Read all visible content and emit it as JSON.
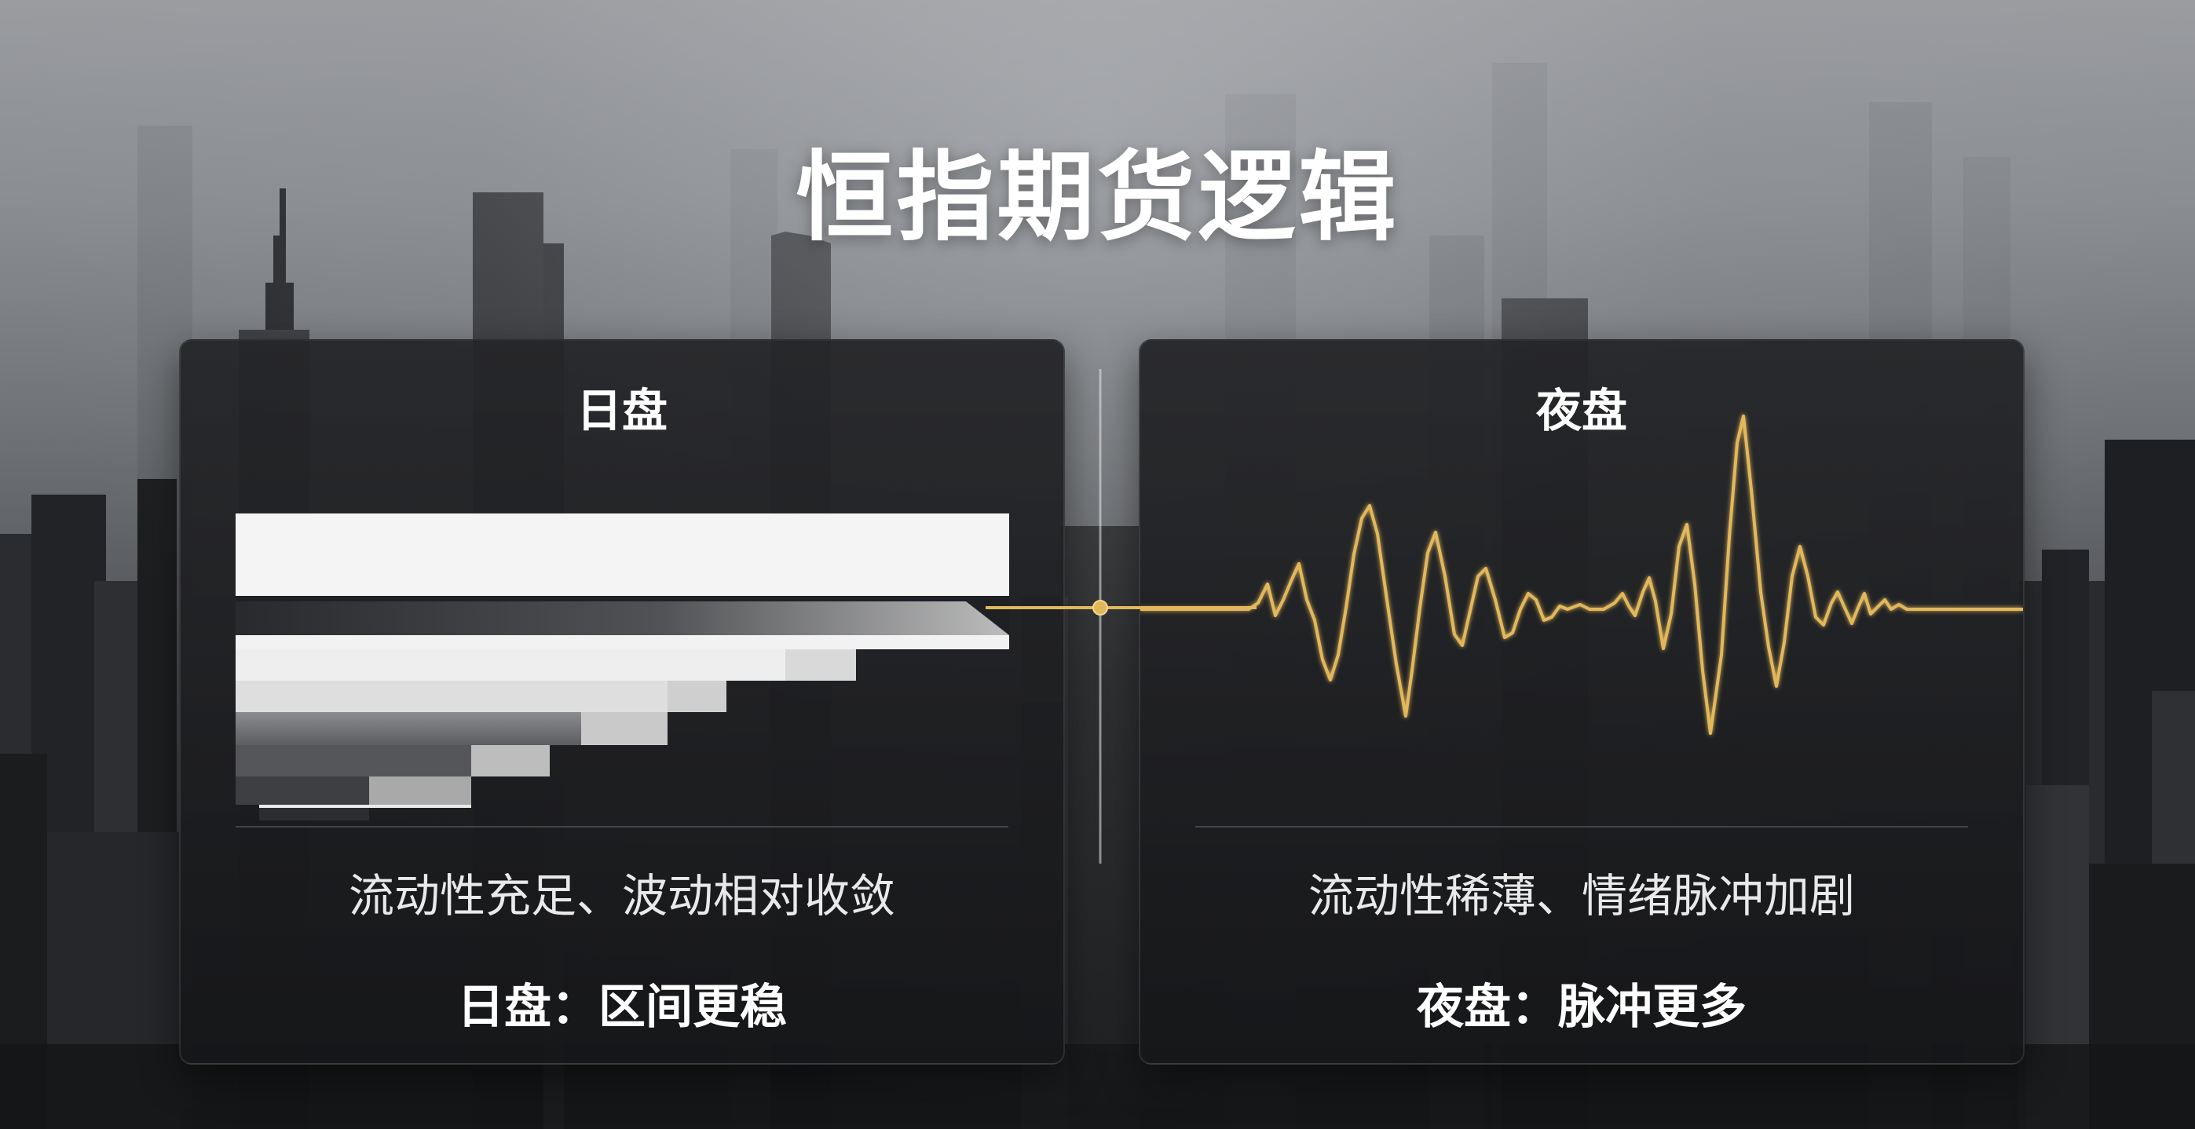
{
  "title": "恒指期货逻辑",
  "colors": {
    "accent": "#e2b85c",
    "panel": "#1f2023",
    "text": "#ffffff"
  },
  "day_panel": {
    "title": "日盘",
    "description": "流动性充足、波动相对收敛",
    "summary": "日盘：区间更稳"
  },
  "night_panel": {
    "title": "夜盘",
    "description": "流动性稀薄、情绪脉冲加剧",
    "summary": "夜盘：脉冲更多"
  }
}
